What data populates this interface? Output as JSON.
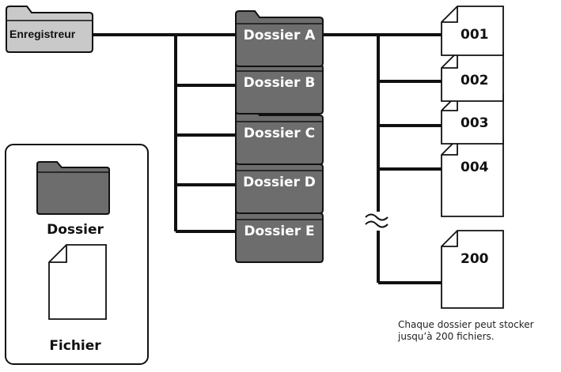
{
  "colors": {
    "folder_fill": "#6d6d6d",
    "root_fill": "#c9c9c9",
    "stroke": "#111111",
    "file_fill": "#ffffff"
  },
  "root": {
    "label": "Enregistreur",
    "icon": "folder-icon"
  },
  "folders": [
    {
      "label": "Dossier A",
      "icon": "folder-icon"
    },
    {
      "label": "Dossier B",
      "icon": "folder-icon"
    },
    {
      "label": "Dossier C",
      "icon": "folder-icon"
    },
    {
      "label": "Dossier D",
      "icon": "folder-icon"
    },
    {
      "label": "Dossier E",
      "icon": "folder-icon"
    }
  ],
  "files": [
    {
      "label": "001",
      "icon": "file-icon"
    },
    {
      "label": "002",
      "icon": "file-icon"
    },
    {
      "label": "003",
      "icon": "file-icon"
    },
    {
      "label": "004",
      "icon": "file-icon"
    },
    {
      "label": "200",
      "icon": "file-icon"
    }
  ],
  "break_marker": "break-squiggle-icon",
  "note": {
    "line1": "Chaque dossier peut stocker",
    "line2": "jusqu’à 200 fichiers."
  },
  "legend": {
    "folder_label": "Dossier",
    "file_label": "Fichier"
  }
}
